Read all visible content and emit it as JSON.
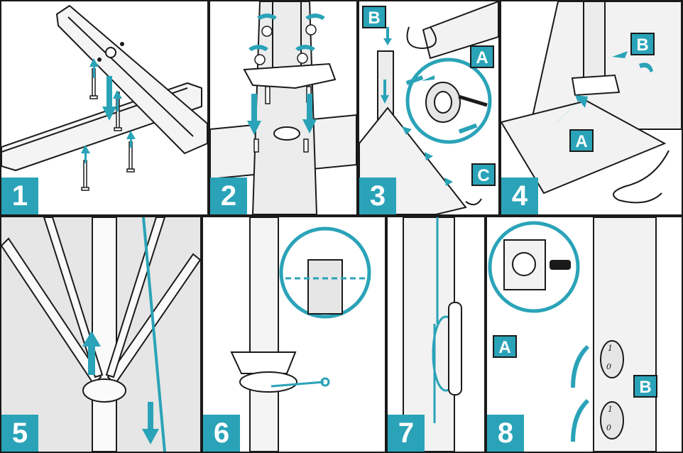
{
  "steps": [
    {
      "number": "1"
    },
    {
      "number": "2"
    },
    {
      "number": "3",
      "badges": [
        "B",
        "A",
        "C"
      ]
    },
    {
      "number": "4",
      "badges": [
        "B",
        "A"
      ]
    },
    {
      "number": "5"
    },
    {
      "number": "6"
    },
    {
      "number": "7"
    },
    {
      "number": "8",
      "badges": [
        "A",
        "B"
      ]
    }
  ],
  "switch_labels": {
    "on": "1",
    "off": "0"
  },
  "colors": {
    "accent": "#2aa3b8",
    "line": "#1a1a1a",
    "fill_grey": "#e6e6e6",
    "surface": "#f2f2f2"
  }
}
